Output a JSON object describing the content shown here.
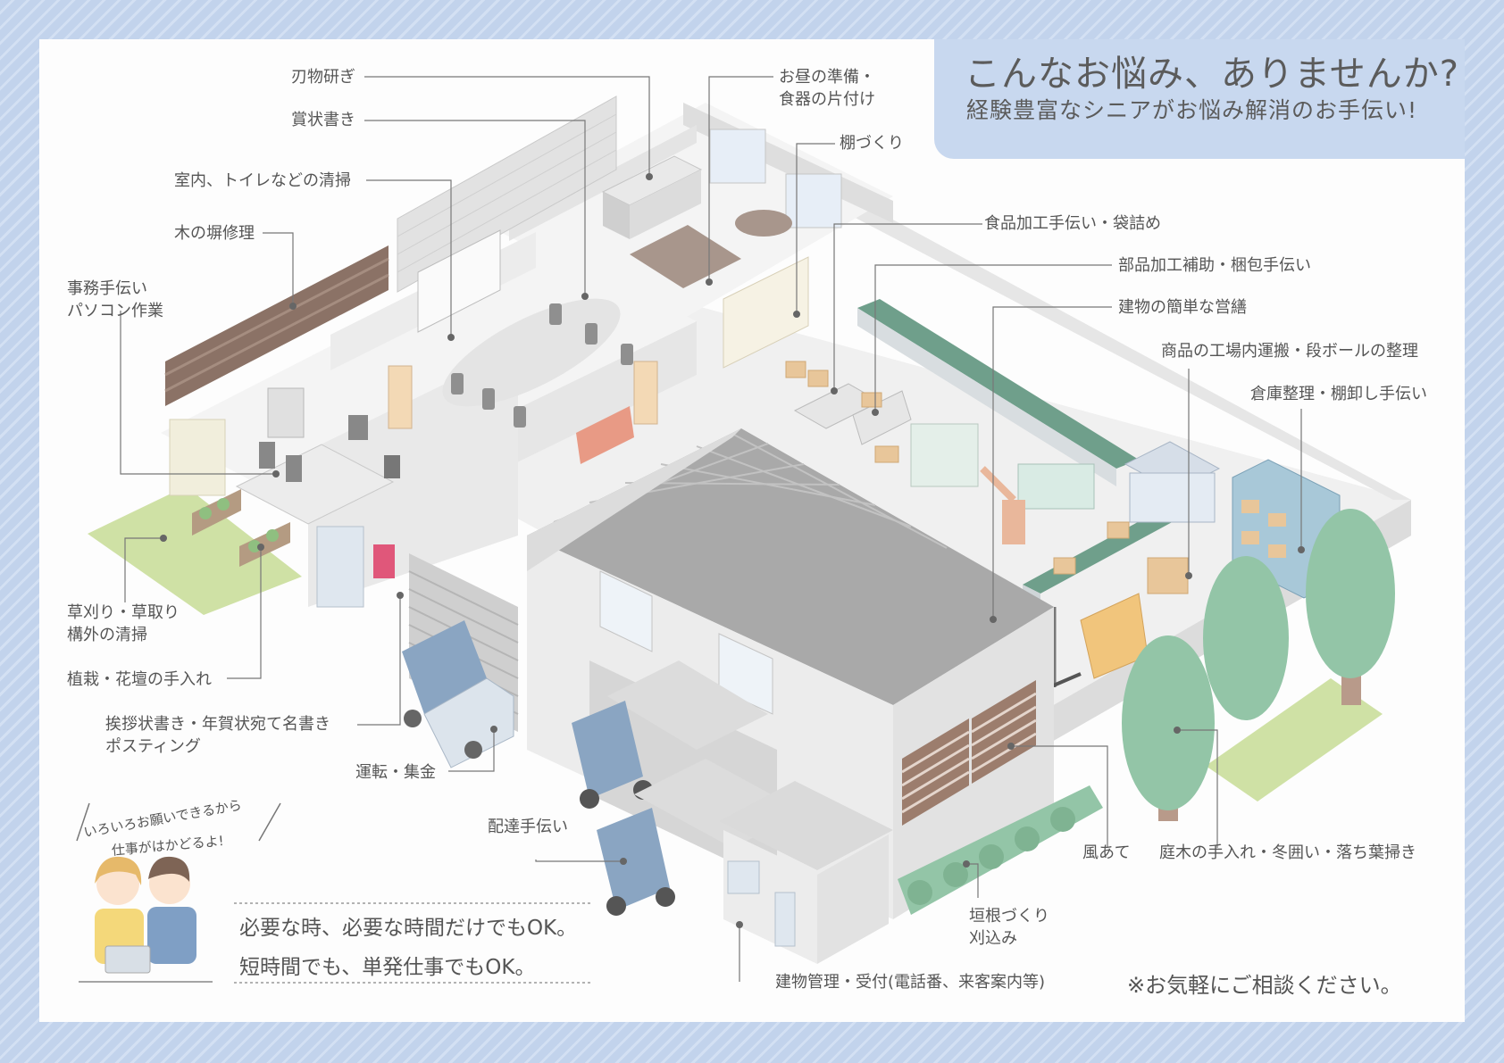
{
  "header": {
    "title": "こんなお悩み、ありませんか?",
    "subtitle": "経験豊富なシニアがお悩み解消のお手伝い!"
  },
  "labels": {
    "knife": "刃物研ぎ",
    "certificate": "賞状書き",
    "cleaning": "室内、トイレなどの清掃",
    "fence": "木の塀修理",
    "office_1": "事務手伝い",
    "office_2": "パソコン作業",
    "weeding_1": "草刈り・草取り",
    "weeding_2": "構外の清掃",
    "planting": "植栽・花壇の手入れ",
    "greeting_1": "挨拶状書き・年賀状宛て名書き",
    "greeting_2": "ポスティング",
    "driving": "運転・集金",
    "delivery": "配達手伝い",
    "lunch_1": "お昼の準備・",
    "lunch_2": "食器の片付け",
    "shelf": "棚づくり",
    "food": "食品加工手伝い・袋詰め",
    "parts": "部品加工補助・梱包手伝い",
    "repair": "建物の簡単な営繕",
    "transport": "商品の工場内運搬・段ボールの整理",
    "warehouse": "倉庫整理・棚卸し手伝い",
    "airing": "風あて",
    "garden": "庭木の手入れ・冬囲い・落ち葉掃き",
    "hedge_1": "垣根づくり",
    "hedge_2": "刈込み",
    "management": "建物管理・受付(電話番、来客案内等)"
  },
  "bubble": {
    "line1": "いろいろお願いできるから",
    "line2": "仕事がはかどるよ!"
  },
  "notes": {
    "ok_1": "必要な時、必要な時間だけでもOK。",
    "ok_2": "短時間でも、単発仕事でもOK。",
    "consult": "※お気軽にご相談ください。"
  },
  "colors": {
    "frame": "#c5d6ee",
    "header_bg": "#c8d8ef",
    "text": "#555555",
    "building": "#e9e9e9",
    "roof": "#a9a9a9",
    "tree": "#93c5a7",
    "conveyor": "#6f9f8b",
    "truck": "#8aa5c2",
    "lawn": "#cfe1a5",
    "fence": "#8b7266"
  }
}
